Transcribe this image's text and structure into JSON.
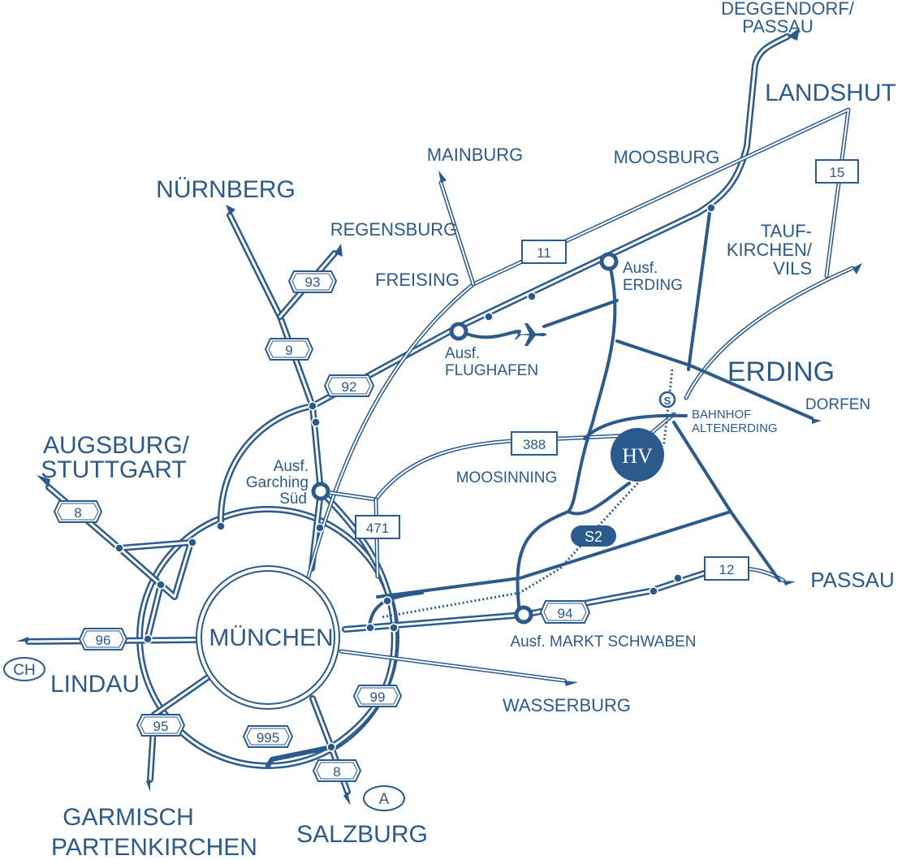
{
  "colors": {
    "road": "#2b5a8c",
    "roadDark": "#2e5f91",
    "background": "#ffffff",
    "white": "#ffffff"
  },
  "labels": {
    "deggendorf": "DEGGENDORF/",
    "passau_top": "PASSAU",
    "landshut": "LANDSHUT",
    "moosburg": "MOOSBURG",
    "mainburg": "MAINBURG",
    "nuernberg": "NÜRNBERG",
    "regensburg": "REGENSBURG",
    "freising": "FREISING",
    "taufkirchen_1": "TAUF-",
    "taufkirchen_2": "KIRCHEN/",
    "taufkirchen_3": "VILS",
    "ausf_erding_1": "Ausf.",
    "ausf_erding_2": "ERDING",
    "ausf_flughafen_1": "Ausf.",
    "ausf_flughafen_2": "FLUGHAFEN",
    "erding": "ERDING",
    "dorfen": "DORFEN",
    "bahnhof_1": "BAHNHOF",
    "bahnhof_2": "ALTENERDING",
    "augsburg_1": "AUGSBURG/",
    "augsburg_2": "STUTTGART",
    "garching_1": "Ausf.",
    "garching_2": "Garching",
    "garching_3": "Süd",
    "moosinning": "MOOSINNING",
    "passau_right": "PASSAU",
    "muenchen": "MÜNCHEN",
    "lindau": "LINDAU",
    "ch": "CH",
    "ausf_markt_schwaben": "Ausf. MARKT SCHWABEN",
    "wasserburg": "WASSERBURG",
    "garmisch_1": "GARMISCH",
    "garmisch_2": "PARTENKIRCHEN",
    "salzburg": "SALZBURG",
    "a_country": "A",
    "hv": "HV",
    "s2": "S2",
    "s_icon": "S"
  },
  "signs": {
    "r15": "15",
    "r11": "11",
    "a93": "93",
    "a9": "9",
    "a92": "92",
    "a8_west": "8",
    "r388": "388",
    "r471": "471",
    "r12": "12",
    "a94": "94",
    "a96": "96",
    "a99": "99",
    "a95": "95",
    "a995": "995",
    "a8_south": "8"
  },
  "icons": [
    "airplane-icon",
    "s-bahn-icon",
    "hv-marker",
    "arrow-head"
  ]
}
